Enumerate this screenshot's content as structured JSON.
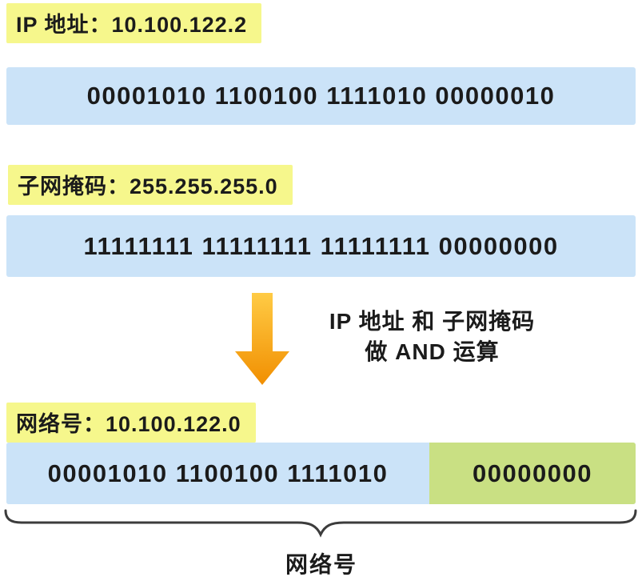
{
  "labels": {
    "ip": "IP 地址：10.100.122.2",
    "mask": "子网掩码：255.255.255.0",
    "network": "网络号：10.100.122.0",
    "brace": "网络号"
  },
  "binary": {
    "ip": "00001010 1100100 1111010 00000010",
    "mask": "11111111 11111111 11111111 00000000",
    "network_prefix": "00001010 1100100 1111010",
    "network_host": "00000000"
  },
  "annotation": {
    "line1": "IP 地址 和 子网掩码",
    "line2": "做 AND 运算"
  },
  "icons": {
    "down_arrow": "down-arrow-icon",
    "underbrace": "underbrace-bracket"
  },
  "colors": {
    "highlight_yellow": "#f6f78c",
    "band_blue": "#cbe3f8",
    "host_green": "#c9e083",
    "arrow_gradient_top": "#ffcb45",
    "arrow_gradient_bottom": "#f18f01",
    "text": "#1b1b1b",
    "brace_stroke": "#3c3c3c",
    "background": "#ffffff"
  }
}
